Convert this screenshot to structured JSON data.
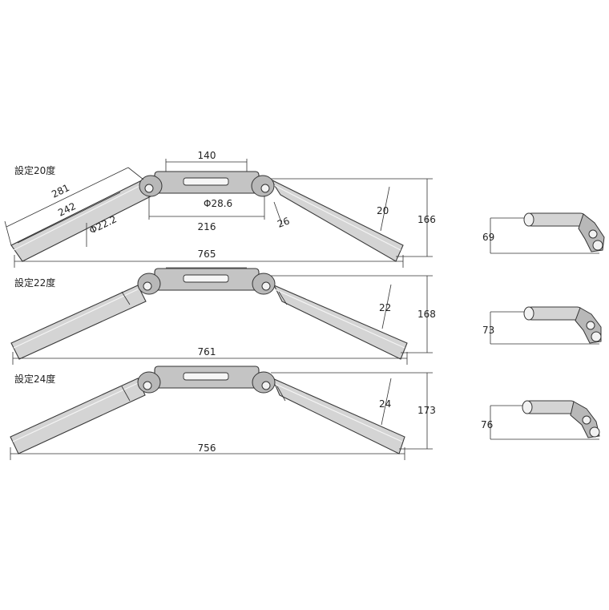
{
  "settings": [
    {
      "label": "設定20度",
      "width": "765",
      "height": "166",
      "angle": "20",
      "rise": "69",
      "top_width": "140",
      "grip_length": "281",
      "straight_length": "242",
      "grip_diameter": "Φ22.2",
      "clamp_diameter": "Φ28.6",
      "clamp_span": "216",
      "bend_offset": "26"
    },
    {
      "label": "設定22度",
      "width": "761",
      "height": "168",
      "angle": "22",
      "rise": "73"
    },
    {
      "label": "設定24度",
      "width": "756",
      "height": "173",
      "angle": "24",
      "rise": "76"
    }
  ]
}
